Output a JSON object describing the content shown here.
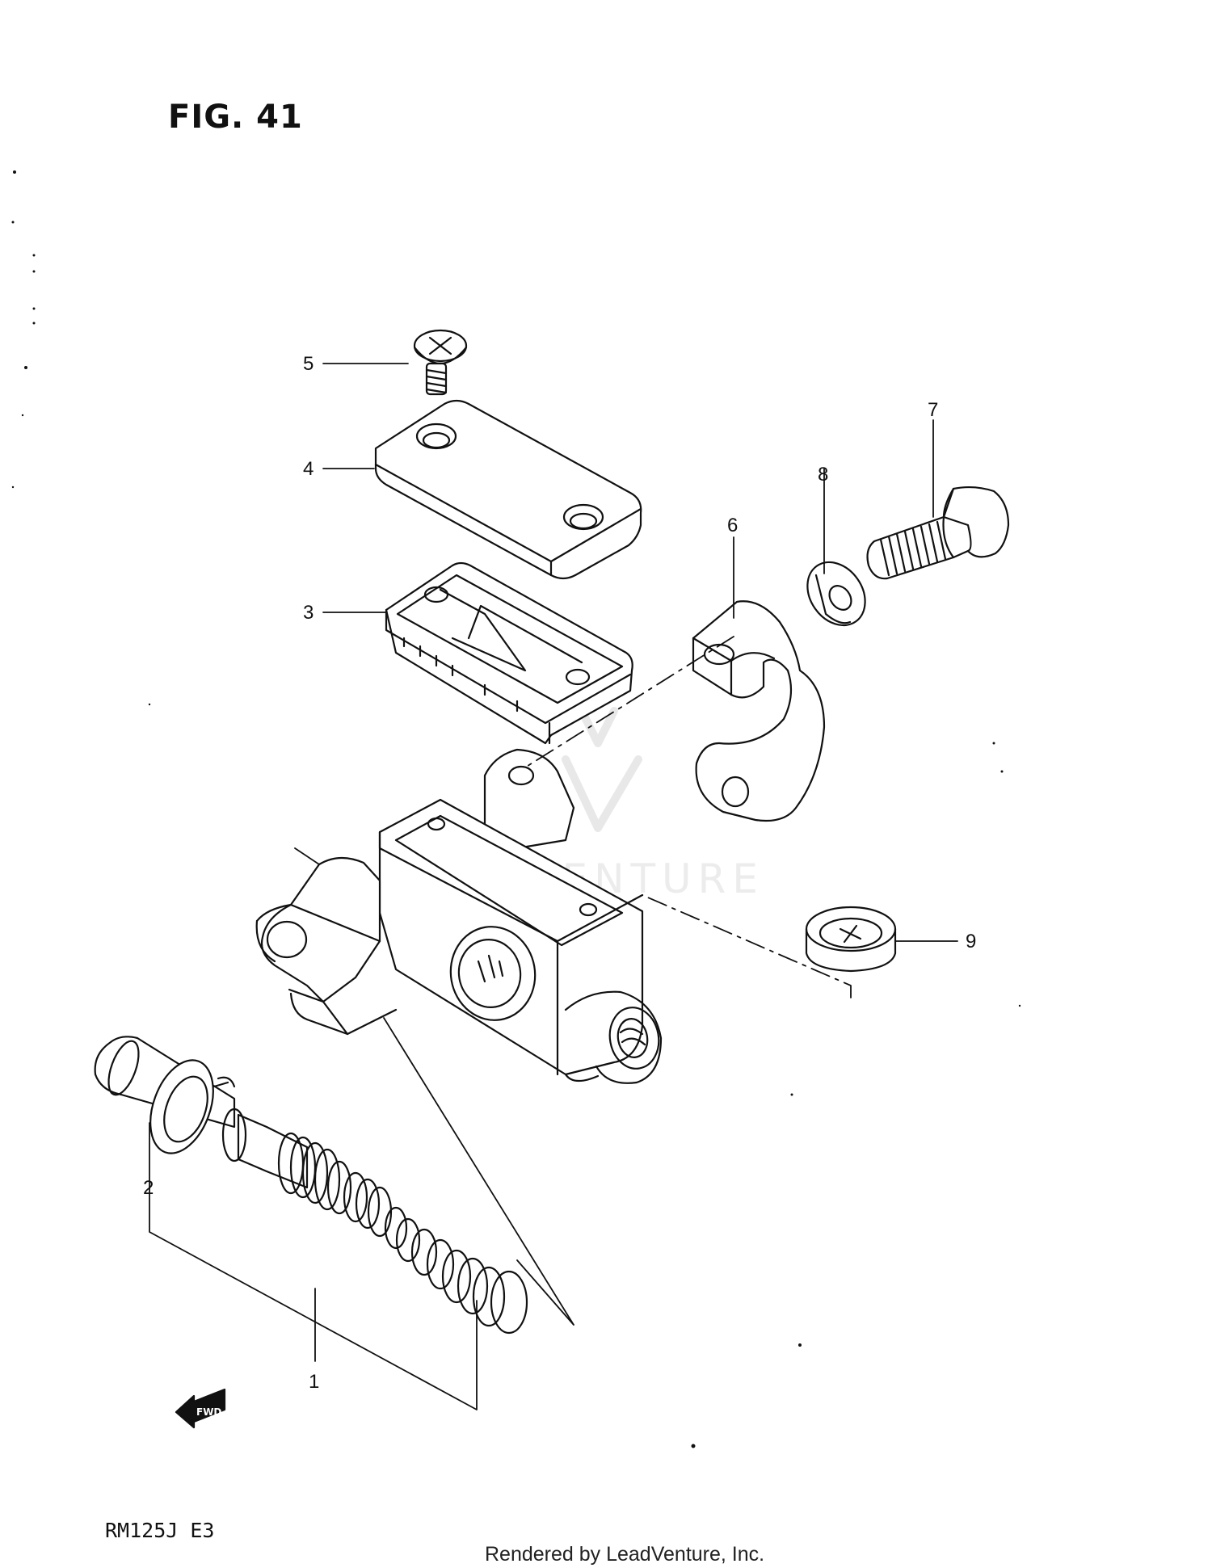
{
  "figure": {
    "title": "FIG. 41"
  },
  "callouts": [
    {
      "id": "1",
      "label": "1",
      "part": "master-cylinder-piston-kit"
    },
    {
      "id": "2",
      "label": "2",
      "part": "circlip"
    },
    {
      "id": "3",
      "label": "3",
      "part": "reservoir-diaphragm"
    },
    {
      "id": "4",
      "label": "4",
      "part": "reservoir-cap"
    },
    {
      "id": "5",
      "label": "5",
      "part": "cap-screw"
    },
    {
      "id": "6",
      "label": "6",
      "part": "handlebar-clamp"
    },
    {
      "id": "7",
      "label": "7",
      "part": "clamp-bolt"
    },
    {
      "id": "8",
      "label": "8",
      "part": "washer"
    },
    {
      "id": "9",
      "label": "9",
      "part": "boot-cap"
    }
  ],
  "fwd_marker": {
    "label": "FWD",
    "icon": "fwd-arrow-icon"
  },
  "watermark": {
    "text": "LEADVENTURE",
    "icon": "leadventure-logo-icon"
  },
  "footer": {
    "model_code": "RM125J E3",
    "credit": "Rendered by LeadVenture, Inc."
  },
  "colors": {
    "line": "#111111",
    "paper": "#ffffff",
    "watermark": "#e6e6e6"
  }
}
